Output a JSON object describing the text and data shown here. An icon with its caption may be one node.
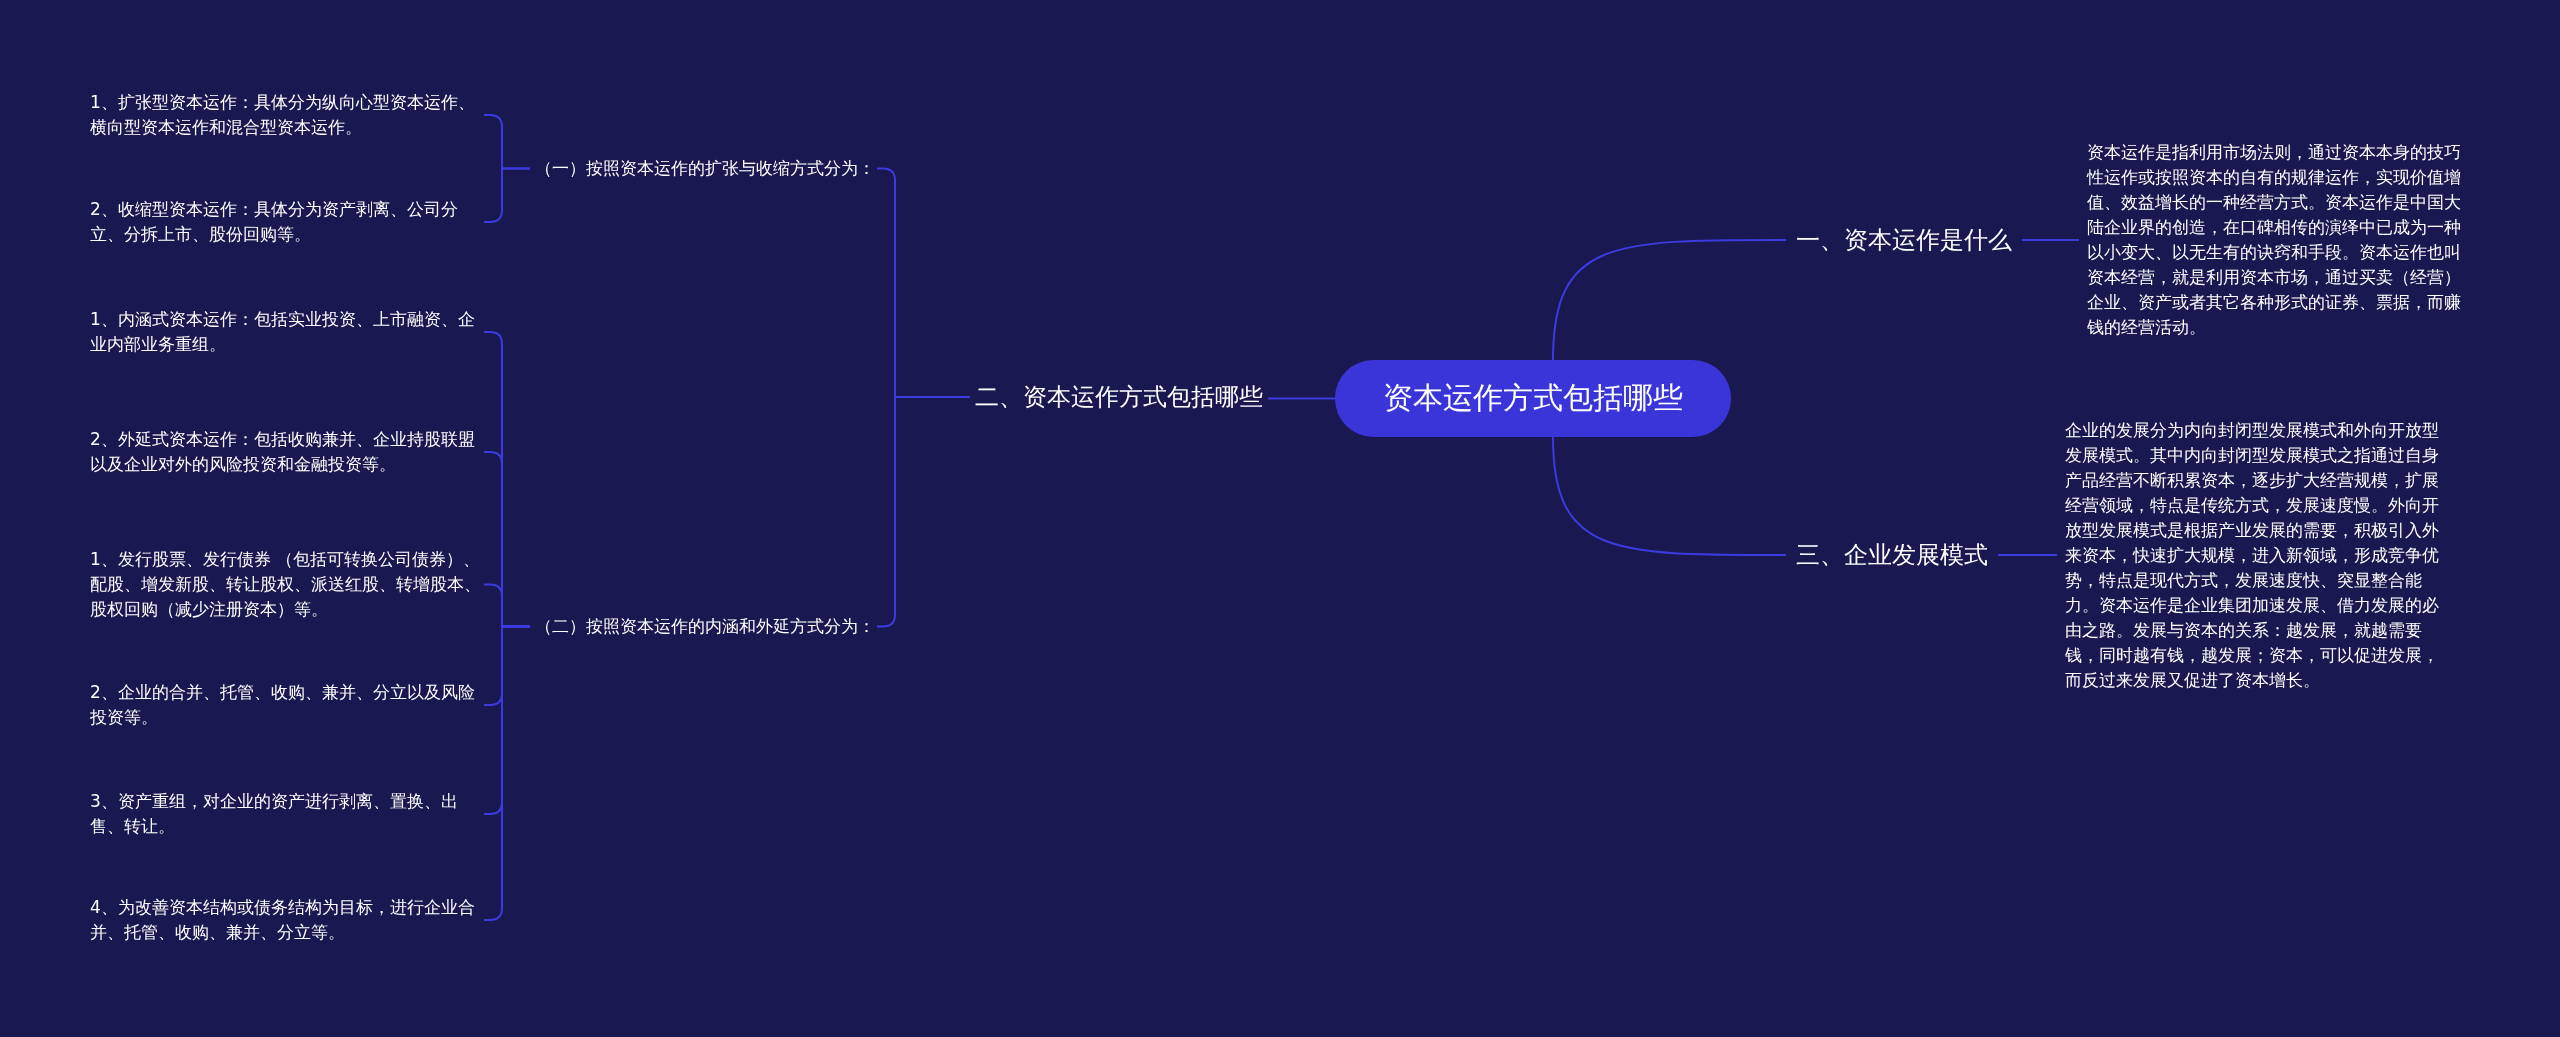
{
  "diagram": {
    "nodes": [
      {
        "text": [
          "资本运作方式包括哪些"
        ]
      },
      {
        "text": [
          "一、资本运作是什么"
        ]
      },
      {
        "text": [
          "资本运作是指利用市场法则，通过资本本身的技巧性运作或按照资本的自有的规律运作，实现价值增值、效益增长的一种经营方式。资本运作是中国大陆企业界的创造，在口碑相传的演绎中已成为一种以小变大、以无生有的诀窍和手段。资本运作也叫资本经营，就是利用资本市场，通过买卖（经营）企业、资产或者其它各种形式的证券、票据，而赚钱的经营活动。"
        ]
      },
      {
        "text": [
          "二、资本运作方式包括哪些"
        ]
      },
      {
        "text": [
          "（一）按照资本运作的扩张与收缩方式分为："
        ]
      },
      {
        "text": [
          "1、扩张型资本运作：具体分为纵向心型资本运作、横向型资本运作和混合型资本运作。"
        ]
      },
      {
        "text": [
          "2、收缩型资本运作：具体分为资产剥离、公司分立、分拆上市、股份回购等。"
        ]
      },
      {
        "text": [
          "（二）按照资本运作的内涵和外延方式分为："
        ]
      },
      {
        "text": [
          "1、内涵式资本运作：包括实业投资、上市融资、企业内部业务重组。"
        ]
      },
      {
        "text": [
          "2、外延式资本运作：包括收购兼并、企业持股联盟以及企业对外的风险投资和金融投资等。"
        ]
      },
      {
        "text": [
          "1、发行股票、发行债券 （包括可转换公司债券）、配股、增发新股、转让股权、派送红股、转增股本、股权回购（减少注册资本）等。"
        ]
      },
      {
        "text": [
          "2、企业的合并、托管、收购、兼并、分立以及风险投资等。"
        ]
      },
      {
        "text": [
          "3、资产重组，对企业的资产进行剥离、置换、出售、转让。"
        ]
      },
      {
        "text": [
          "4、为改善资本结构或债务结构为目标，进行企业合并、托管、收购、兼并、分立等。"
        ]
      },
      {
        "text": [
          "三、企业发展模式"
        ]
      },
      {
        "text": [
          "企业的发展分为内向封闭型发展模式和外向开放型发展模式。其中内向封闭型发展模式之指通过自身产品经营不断积累资本，逐步扩大经营规模，扩展经营领域，特点是传统方式，发展速度慢。外向开放型发展模式是根据产业发展的需要，积极引入外来资本，快速扩大规模，进入新领域，形成竞争优势，特点是现代方式，发展速度快、突显整合能力。资本运作是企业集团加速发展、借力发展的必由之路。发展与资本的关系：越发展，就越需要钱，同时越有钱，越发展；资本，可以促进发展，而反过来发展又促进了资本增长。"
        ]
      }
    ],
    "edges": [
      {
        "from": 0,
        "to": 1,
        "arrow": "none"
      },
      {
        "from": 1,
        "to": 2,
        "arrow": "none"
      },
      {
        "from": 0,
        "to": 3,
        "arrow": "none"
      },
      {
        "from": 3,
        "to": 4,
        "arrow": "none"
      },
      {
        "from": 4,
        "to": 5,
        "arrow": "none"
      },
      {
        "from": 4,
        "to": 6,
        "arrow": "none"
      },
      {
        "from": 3,
        "to": 7,
        "arrow": "none"
      },
      {
        "from": 7,
        "to": 8,
        "arrow": "none"
      },
      {
        "from": 7,
        "to": 9,
        "arrow": "none"
      },
      {
        "from": 7,
        "to": 10,
        "arrow": "none"
      },
      {
        "from": 7,
        "to": 11,
        "arrow": "none"
      },
      {
        "from": 7,
        "to": 12,
        "arrow": "none"
      },
      {
        "from": 7,
        "to": 13,
        "arrow": "none"
      },
      {
        "from": 0,
        "to": 14,
        "arrow": "none"
      },
      {
        "from": 14,
        "to": 15,
        "arrow": "none"
      }
    ]
  }
}
